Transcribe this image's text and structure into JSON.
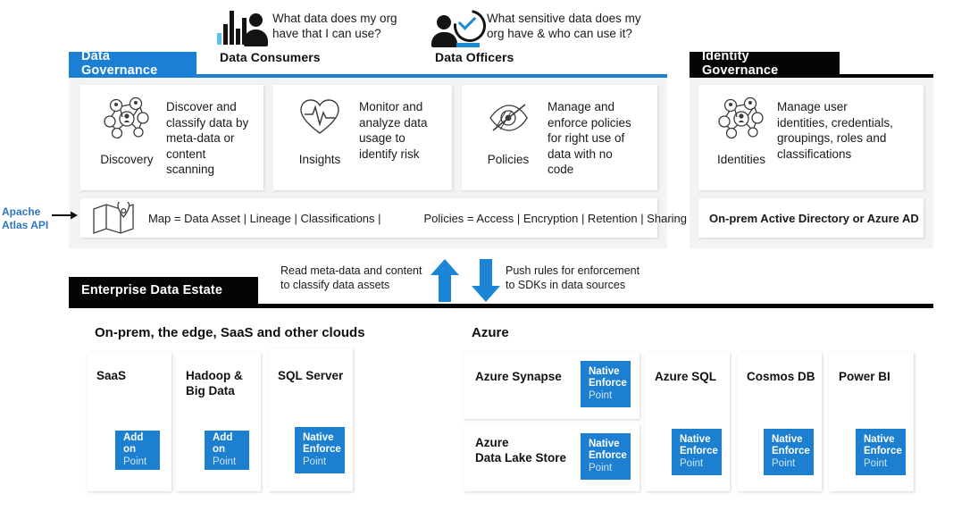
{
  "personas": [
    {
      "icon": "data-consumers-icon",
      "label": "Data Consumers",
      "question": "What data does my org\nhave that I can use?"
    },
    {
      "icon": "data-officers-icon",
      "label": "Data Officers",
      "question": "What sensitive data does my\norg have & who can use it?"
    }
  ],
  "data_governance": {
    "tab_label": "Data Governance",
    "accent_color": "#1b7fd4",
    "cards": [
      {
        "icon": "network-nodes-icon",
        "name": "Discovery",
        "description": "Discover and\nclassify data by\nmeta-data or\ncontent\nscanning"
      },
      {
        "icon": "heart-pulse-icon",
        "name": "Insights",
        "description": "Monitor and\nanalyze data\nusage to\nidentify risk"
      },
      {
        "icon": "eye-slash-icon",
        "name": "Policies",
        "description": "Manage and\nenforce policies\nfor right use of\ndata with no\ncode"
      }
    ],
    "bar": {
      "icon": "map-pin-icon",
      "map_text": "Map = Data Asset | Lineage | Classifications |",
      "policies_text": "Policies = Access | Encryption | Retention | Sharing"
    },
    "api_label": "Apache\nAtlas API",
    "api_label_color": "#2e75c6"
  },
  "identity_governance": {
    "tab_label": "Identity Governance",
    "accent_color": "#050505",
    "card": {
      "icon": "network-nodes-icon",
      "name": "Identities",
      "description": "Manage user\nidentities, credentials,\ngroupings, roles and\nclassifications"
    },
    "bar_text": "On-prem Active Directory or Azure AD"
  },
  "flows": [
    {
      "direction": "up",
      "icon": "arrow-up-icon",
      "text": "Read meta-data and content\nto classify data assets",
      "color": "#1b85d6"
    },
    {
      "direction": "down",
      "icon": "arrow-down-icon",
      "text": "Push rules for enforcement\nto SDKs in data sources",
      "color": "#1b85d6"
    }
  ],
  "enterprise_data_estate": {
    "tab_label": "Enterprise Data Estate",
    "accent_color": "#050505",
    "groups": [
      {
        "title": "On-prem, the edge, SaaS and other clouds",
        "sources": [
          {
            "name": "SaaS",
            "badge": {
              "bold": "Add on",
              "light": "Point"
            }
          },
          {
            "name": "Hadoop &\nBig Data",
            "badge": {
              "bold": "Add on",
              "light": "Point"
            }
          },
          {
            "name": "SQL Server",
            "badge": {
              "bold": "Native\nEnforce",
              "light": "Point"
            }
          }
        ]
      },
      {
        "title": "Azure",
        "sources": [
          {
            "name": "Azure Synapse",
            "badge": {
              "bold": "Native\nEnforce",
              "light": "Point"
            }
          },
          {
            "name": "Azure\nData Lake Store",
            "badge": {
              "bold": "Native\nEnforce",
              "light": "Point"
            }
          },
          {
            "name": "Azure SQL",
            "badge": {
              "bold": "Native\nEnforce",
              "light": "Point"
            }
          },
          {
            "name": "Cosmos DB",
            "badge": {
              "bold": "Native\nEnforce",
              "light": "Point"
            }
          },
          {
            "name": "Power BI",
            "badge": {
              "bold": "Native\nEnforce",
              "light": "Point"
            }
          }
        ]
      }
    ],
    "badge_color": "#1c7fd0"
  }
}
